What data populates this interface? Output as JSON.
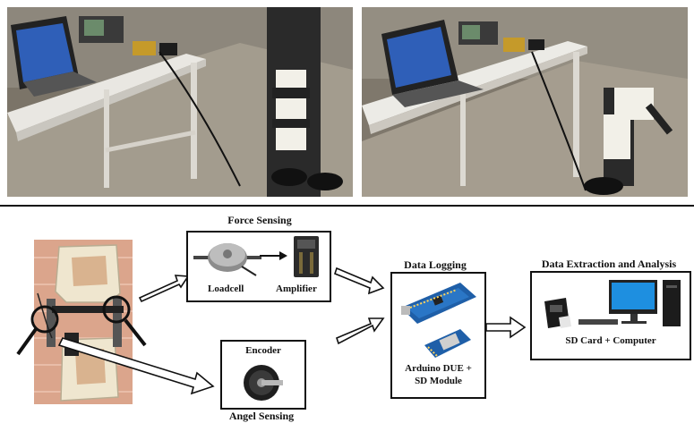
{
  "diagram": {
    "force_sensing": {
      "title": "Force Sensing",
      "loadcell_label": "Loadcell",
      "amplifier_label": "Amplifier"
    },
    "angle_sensing": {
      "encoder_label": "Encoder",
      "title": "Angel Sensing"
    },
    "data_logging": {
      "title": "Data Logging",
      "device_label_line1": "Arduino DUE +",
      "device_label_line2": "SD Module"
    },
    "extraction": {
      "title": "Data Extraction and Analysis",
      "device_label": "SD Card + Computer"
    }
  }
}
